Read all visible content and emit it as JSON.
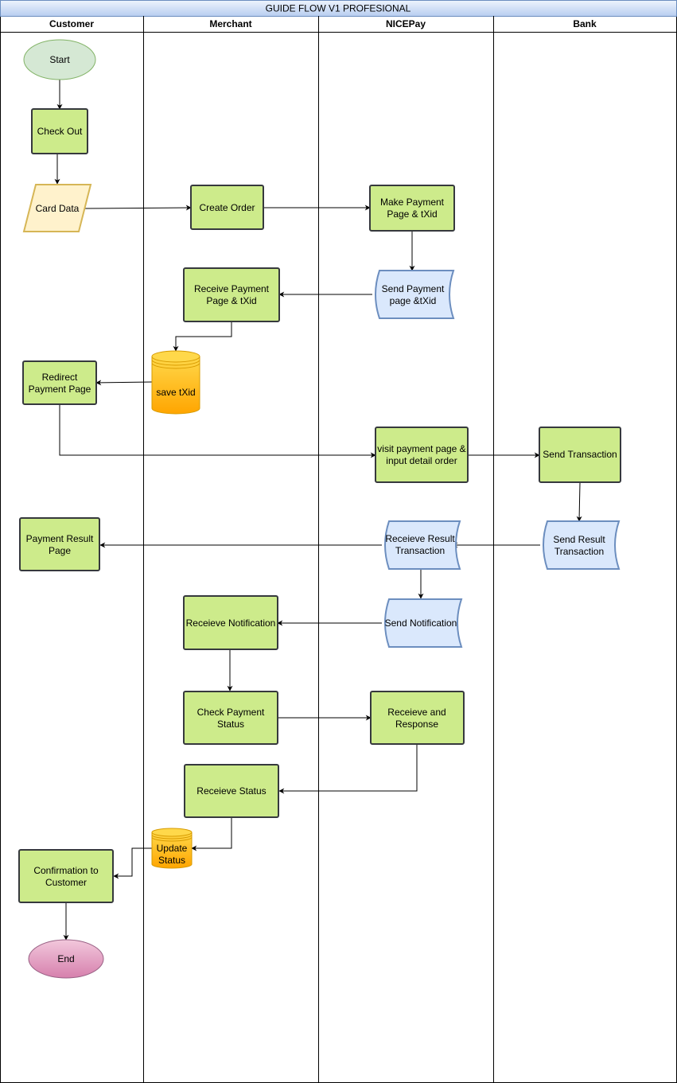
{
  "title": "GUIDE FLOW V1 PROFESIONAL",
  "lanes": [
    "Customer",
    "Merchant",
    "NICEPay",
    "Bank"
  ],
  "colors": {
    "title_fill": "#dae8fc",
    "process_fill": "#cdeb8b",
    "terminal_start_fill": "#d5e8d4",
    "terminal_end_fill": "#e6a0c4",
    "data_fill": "#fff2cc",
    "document_fill": "#dae8fc",
    "database_fill": "#ffcd28"
  },
  "nodes": {
    "start": "Start",
    "check_out": "Check Out",
    "card_data": "Card Data",
    "create_order": "Create Order",
    "make_payment": [
      "Make Payment",
      "Page & tXid"
    ],
    "send_payment": [
      "Send Payment",
      "page &tXid"
    ],
    "receive_payment": [
      "Receive Payment",
      "Page & tXid"
    ],
    "save_txid": "save tXid",
    "redirect": [
      "Redirect",
      "Payment Page"
    ],
    "visit_payment": [
      "visit payment page &",
      "input detail order"
    ],
    "send_transaction": "Send Transaction",
    "send_result": [
      "Send Result",
      "Transaction"
    ],
    "receive_result": [
      "Receieve Result",
      "Transaction"
    ],
    "payment_result": [
      "Payment Result",
      "Page"
    ],
    "send_notification": "Send Notification",
    "receive_notification": "Receieve Notification",
    "check_status": [
      "Check Payment",
      "Status"
    ],
    "receive_response": [
      "Receieve and",
      "Response"
    ],
    "receive_status": "Receieve Status",
    "update_status": [
      "Update",
      "Status"
    ],
    "confirmation": [
      "Confirmation to",
      "Customer"
    ],
    "end": "End"
  }
}
